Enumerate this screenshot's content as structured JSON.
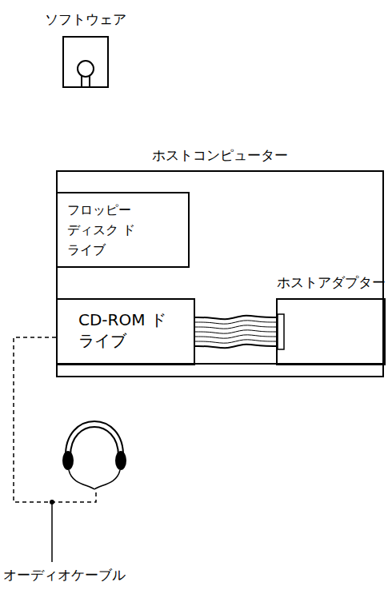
{
  "diagram": {
    "nodes": [
      {
        "text": [
          "ソフトウェア"
        ]
      },
      {
        "text": [
          "ホストコンピューター"
        ]
      },
      {
        "text": [
          "フロッピー ディスク ドライブ"
        ],
        "in": 1
      },
      {
        "text": [
          "CD-ROM ドライブ"
        ],
        "in": 1
      },
      {
        "text": [
          "ホストアダプター"
        ],
        "in": 1
      }
    ],
    "edges": [
      {
        "from": 3,
        "to": 4,
        "arrow": "none"
      }
    ],
    "labels": [
      "オーディオケーブル"
    ]
  }
}
